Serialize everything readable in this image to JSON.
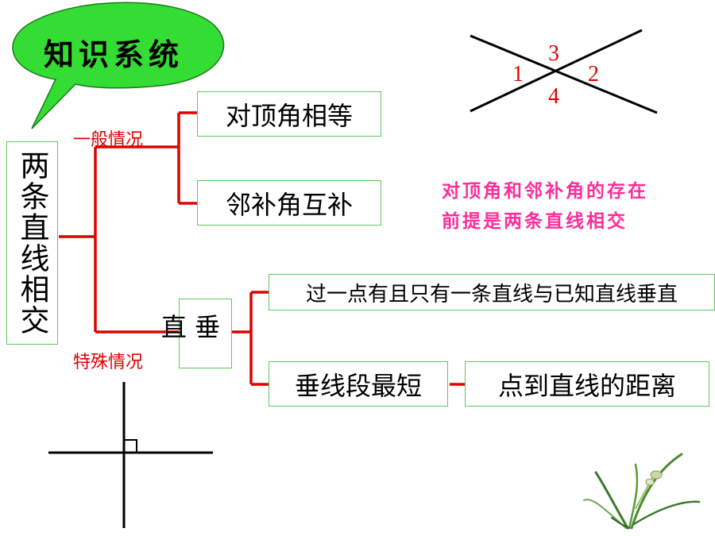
{
  "bubble": {
    "title": "知识系统"
  },
  "root": {
    "label": "两条直线相交"
  },
  "branches": {
    "general": "一般情况",
    "special": "特殊情况"
  },
  "general_nodes": [
    "对顶角相等",
    "邻补角互补"
  ],
  "special_node": "直 垂",
  "special_children": {
    "first": "过一点有且只有一条直线与已知直线垂直",
    "second": "垂线段最短",
    "second_result": "点到直线的距离"
  },
  "note": {
    "line1": "对顶角和邻补角的存在",
    "line2": "前提是两条直线相交"
  },
  "angles": [
    "1",
    "2",
    "3",
    "4"
  ],
  "colors": {
    "connector": "#e00000",
    "box_border": "#5cc85c",
    "bubble": "#33dd33",
    "note": "#ff2d9a",
    "angle_numbers": "#e00000"
  }
}
